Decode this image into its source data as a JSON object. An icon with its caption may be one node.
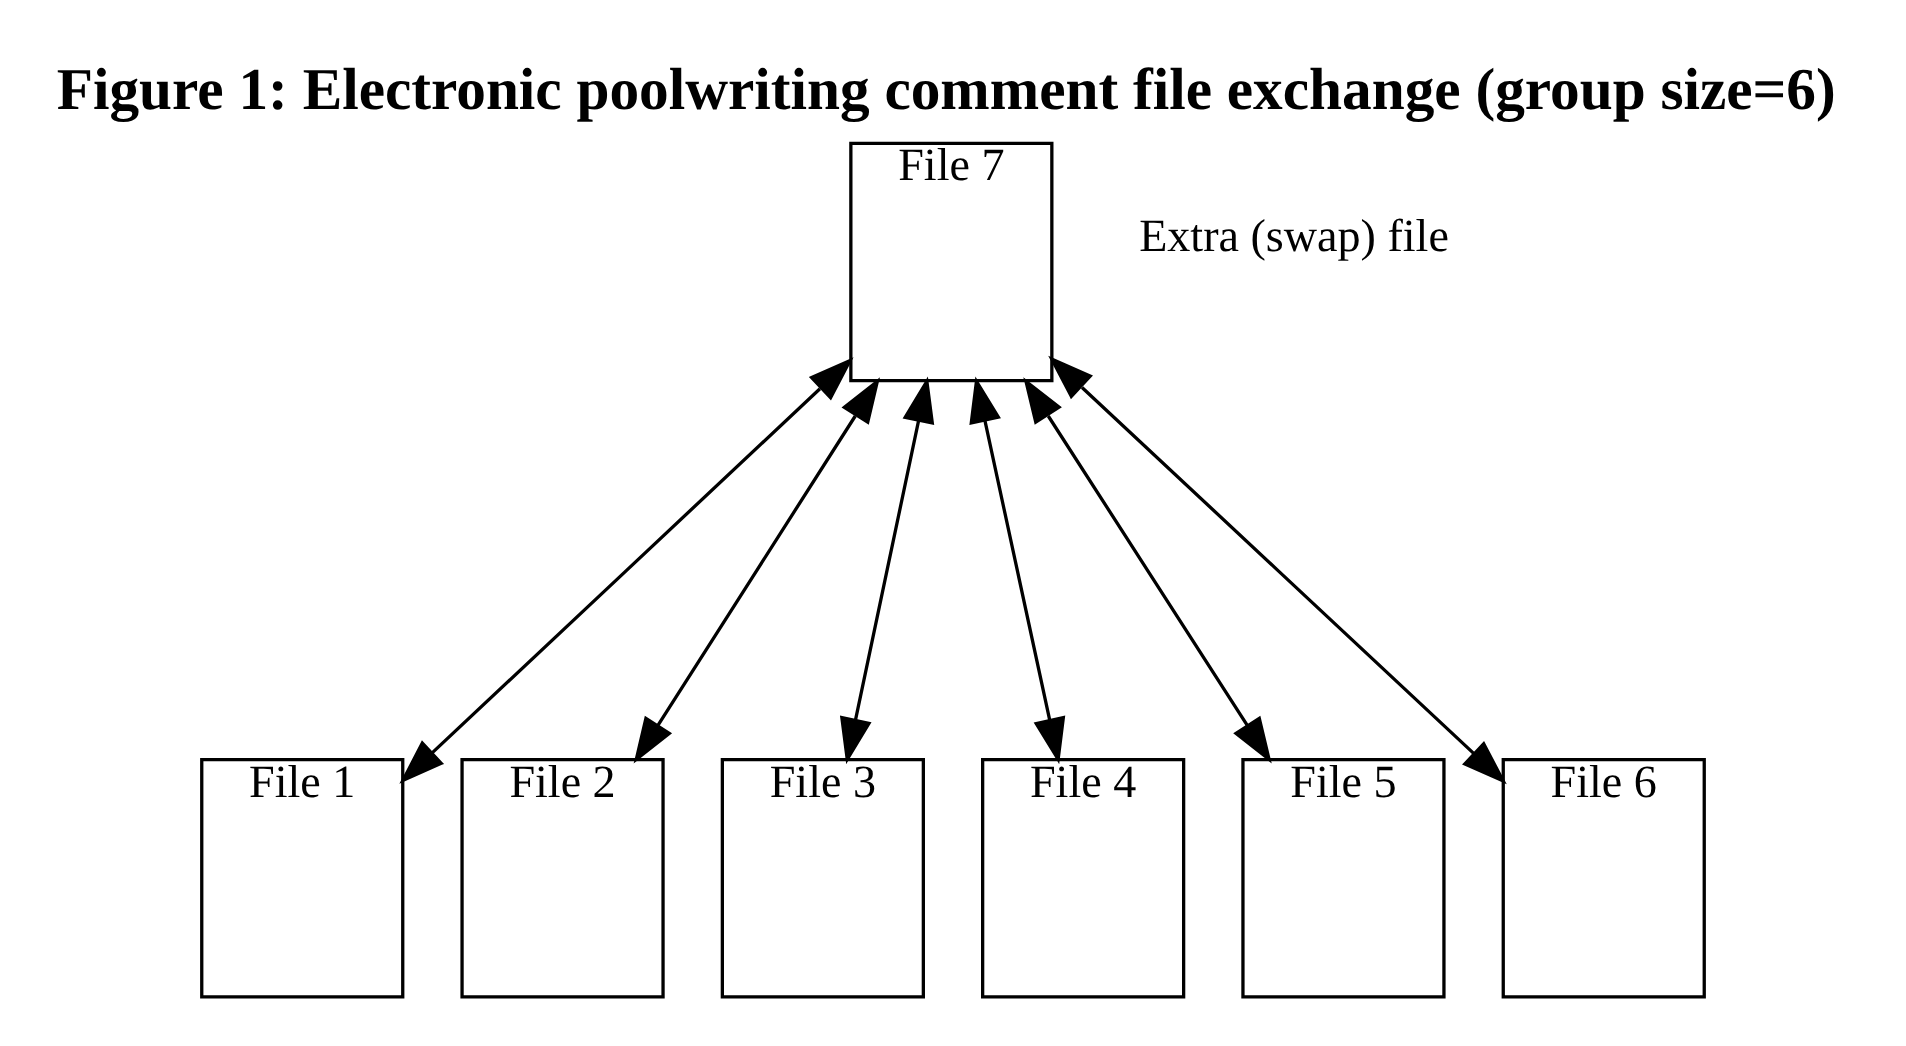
{
  "diagram": {
    "title": "Figure 1: Electronic poolwriting comment file exchange (group size=6)",
    "nodes": [
      {
        "text": [
          "File 7"
        ],
        "beside": [
          "Extra (swap) file"
        ]
      },
      {
        "text": [
          "File 1"
        ]
      },
      {
        "text": [
          "File 2"
        ]
      },
      {
        "text": [
          "File 3"
        ]
      },
      {
        "text": [
          "File 4"
        ]
      },
      {
        "text": [
          "File 5"
        ]
      },
      {
        "text": [
          "File 6"
        ]
      }
    ],
    "edges": [
      {
        "from": 0,
        "to": 1,
        "arrow": "both"
      },
      {
        "from": 0,
        "to": 2,
        "arrow": "both"
      },
      {
        "from": 0,
        "to": 3,
        "arrow": "both"
      },
      {
        "from": 0,
        "to": 4,
        "arrow": "both"
      },
      {
        "from": 0,
        "to": 5,
        "arrow": "both"
      },
      {
        "from": 0,
        "to": 6,
        "arrow": "both"
      }
    ]
  }
}
